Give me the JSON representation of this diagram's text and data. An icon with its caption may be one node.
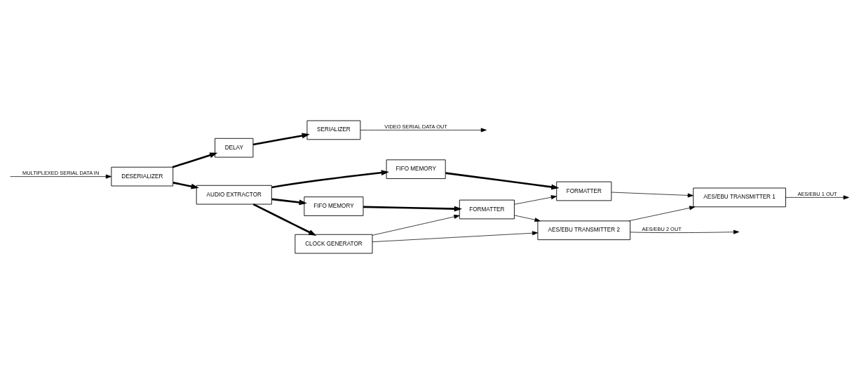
{
  "diagram": {
    "nodes": [
      {
        "text": [
          "DESERIALIZER"
        ]
      },
      {
        "text": [
          "DELAY"
        ]
      },
      {
        "text": [
          "SERIALIZER"
        ]
      },
      {
        "text": [
          "AUDIO EXTRACTOR"
        ]
      },
      {
        "text": [
          "FIFO MEMORY"
        ]
      },
      {
        "text": [
          "FORMATTER"
        ]
      },
      {
        "text": [
          "AES/EBU TRANSMITTER 1"
        ]
      },
      {
        "text": [
          "FIFO MEMORY"
        ]
      },
      {
        "text": [
          "FORMATTER"
        ]
      },
      {
        "text": [
          "AES/EBU TRANSMITTER 2"
        ]
      },
      {
        "text": [
          "CLOCK GENERATOR"
        ]
      }
    ],
    "edges": [
      {
        "from": null,
        "to": 0,
        "arrow": "to",
        "label": "MULTIPLEXED SERIAL DATA IN"
      },
      {
        "from": 0,
        "to": 1,
        "arrow": "to",
        "style": "thick"
      },
      {
        "from": 0,
        "to": 3,
        "arrow": "to",
        "style": "thick"
      },
      {
        "from": 1,
        "to": 2,
        "arrow": "to",
        "style": "thick"
      },
      {
        "from": 2,
        "to": null,
        "arrow": "to",
        "label": "VIDEO SERIAL DATA OUT"
      },
      {
        "from": 3,
        "to": 4,
        "arrow": "to",
        "style": "thick"
      },
      {
        "from": 3,
        "to": 7,
        "arrow": "to",
        "style": "thick"
      },
      {
        "from": 3,
        "to": 10,
        "arrow": "to",
        "style": "thick"
      },
      {
        "from": 4,
        "to": 5,
        "arrow": "to",
        "style": "thick"
      },
      {
        "from": 7,
        "to": 8,
        "arrow": "to",
        "style": "thick"
      },
      {
        "from": 5,
        "to": 6,
        "arrow": "to"
      },
      {
        "from": 8,
        "to": 5,
        "arrow": "to"
      },
      {
        "from": 8,
        "to": 9,
        "arrow": "to"
      },
      {
        "from": 9,
        "to": 6,
        "arrow": "to"
      },
      {
        "from": 10,
        "to": 8,
        "arrow": "to"
      },
      {
        "from": 10,
        "to": 9,
        "arrow": "to"
      },
      {
        "from": 6,
        "to": null,
        "arrow": "to",
        "label": "AES/EBU 1 OUT"
      },
      {
        "from": 9,
        "to": null,
        "arrow": "to",
        "label": "AES/EBU 2 OUT"
      }
    ]
  }
}
